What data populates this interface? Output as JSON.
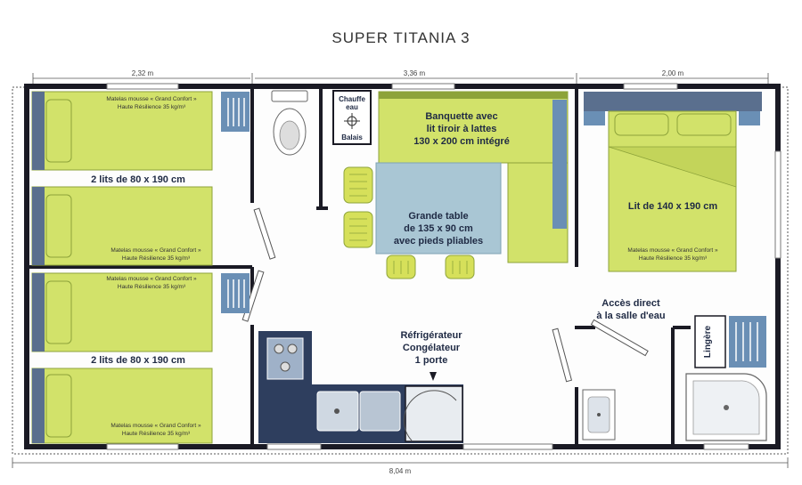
{
  "title": "SUPER TITANIA 3",
  "dimensions": {
    "left_width": "2,32 m",
    "middle_width": "3,36 m",
    "right_width": "2,00 m",
    "total_width": "8,04 m"
  },
  "rooms": {
    "bedroom_top_label": "2 lits de 80 x 190 cm",
    "bedroom_bottom_label": "2 lits de 80 x 190 cm",
    "master_bed_label": "Lit de 140 x 190 cm"
  },
  "mattress": {
    "line1": "Matelas mousse « Grand Confort »",
    "line2": "Haute Résilience 35 kg/m³"
  },
  "labels": {
    "water_heater_line1": "Chauffe",
    "water_heater_line2": "eau",
    "brooms": "Balais",
    "bench_line1": "Banquette avec",
    "bench_line2": "lit tiroir à lattes",
    "bench_line3": "130 x 200 cm intégré",
    "table_line1": "Grande table",
    "table_line2": "de 135 x 90 cm",
    "table_line3": "avec pieds pliables",
    "fridge_line1": "Réfrigérateur",
    "fridge_line2": "Congélateur",
    "fridge_line3": "1 porte",
    "bathroom_access_line1": "Accès direct",
    "bathroom_access_line2": "à la salle d'eau",
    "linen": "Lingère"
  },
  "colors": {
    "wall": "#1a1a24",
    "bed": "#d2e26a",
    "bed_outline": "#8da33a",
    "pillow": "#2f6f9c",
    "headboard": "#5a6f8e",
    "table": "#a9c6d4",
    "furniture_blue": "#6a8fb5",
    "kitchen_dark": "#2e3e5e",
    "chair": "#d6e05a",
    "floor": "#fdfdfd"
  }
}
